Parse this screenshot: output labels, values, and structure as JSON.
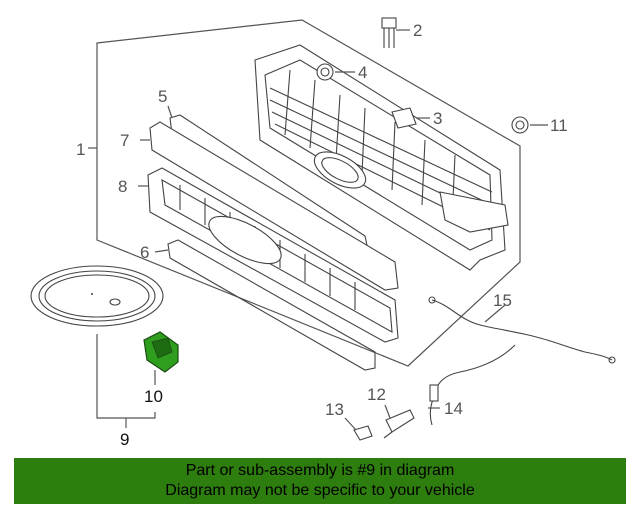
{
  "callouts": {
    "c1": "1",
    "c2": "2",
    "c3": "3",
    "c4": "4",
    "c5": "5",
    "c6": "6",
    "c7": "7",
    "c8": "8",
    "c9": "9",
    "c10": "10",
    "c11": "11",
    "c12": "12",
    "c13": "13",
    "c14": "14",
    "c15": "15"
  },
  "banner": {
    "line1": "Part or sub-assembly is #9 in diagram",
    "line2": "Diagram may not be specific to your vehicle"
  },
  "colors": {
    "banner_bg": "#2e7d0f",
    "highlight_part": "#2f9e1f"
  }
}
